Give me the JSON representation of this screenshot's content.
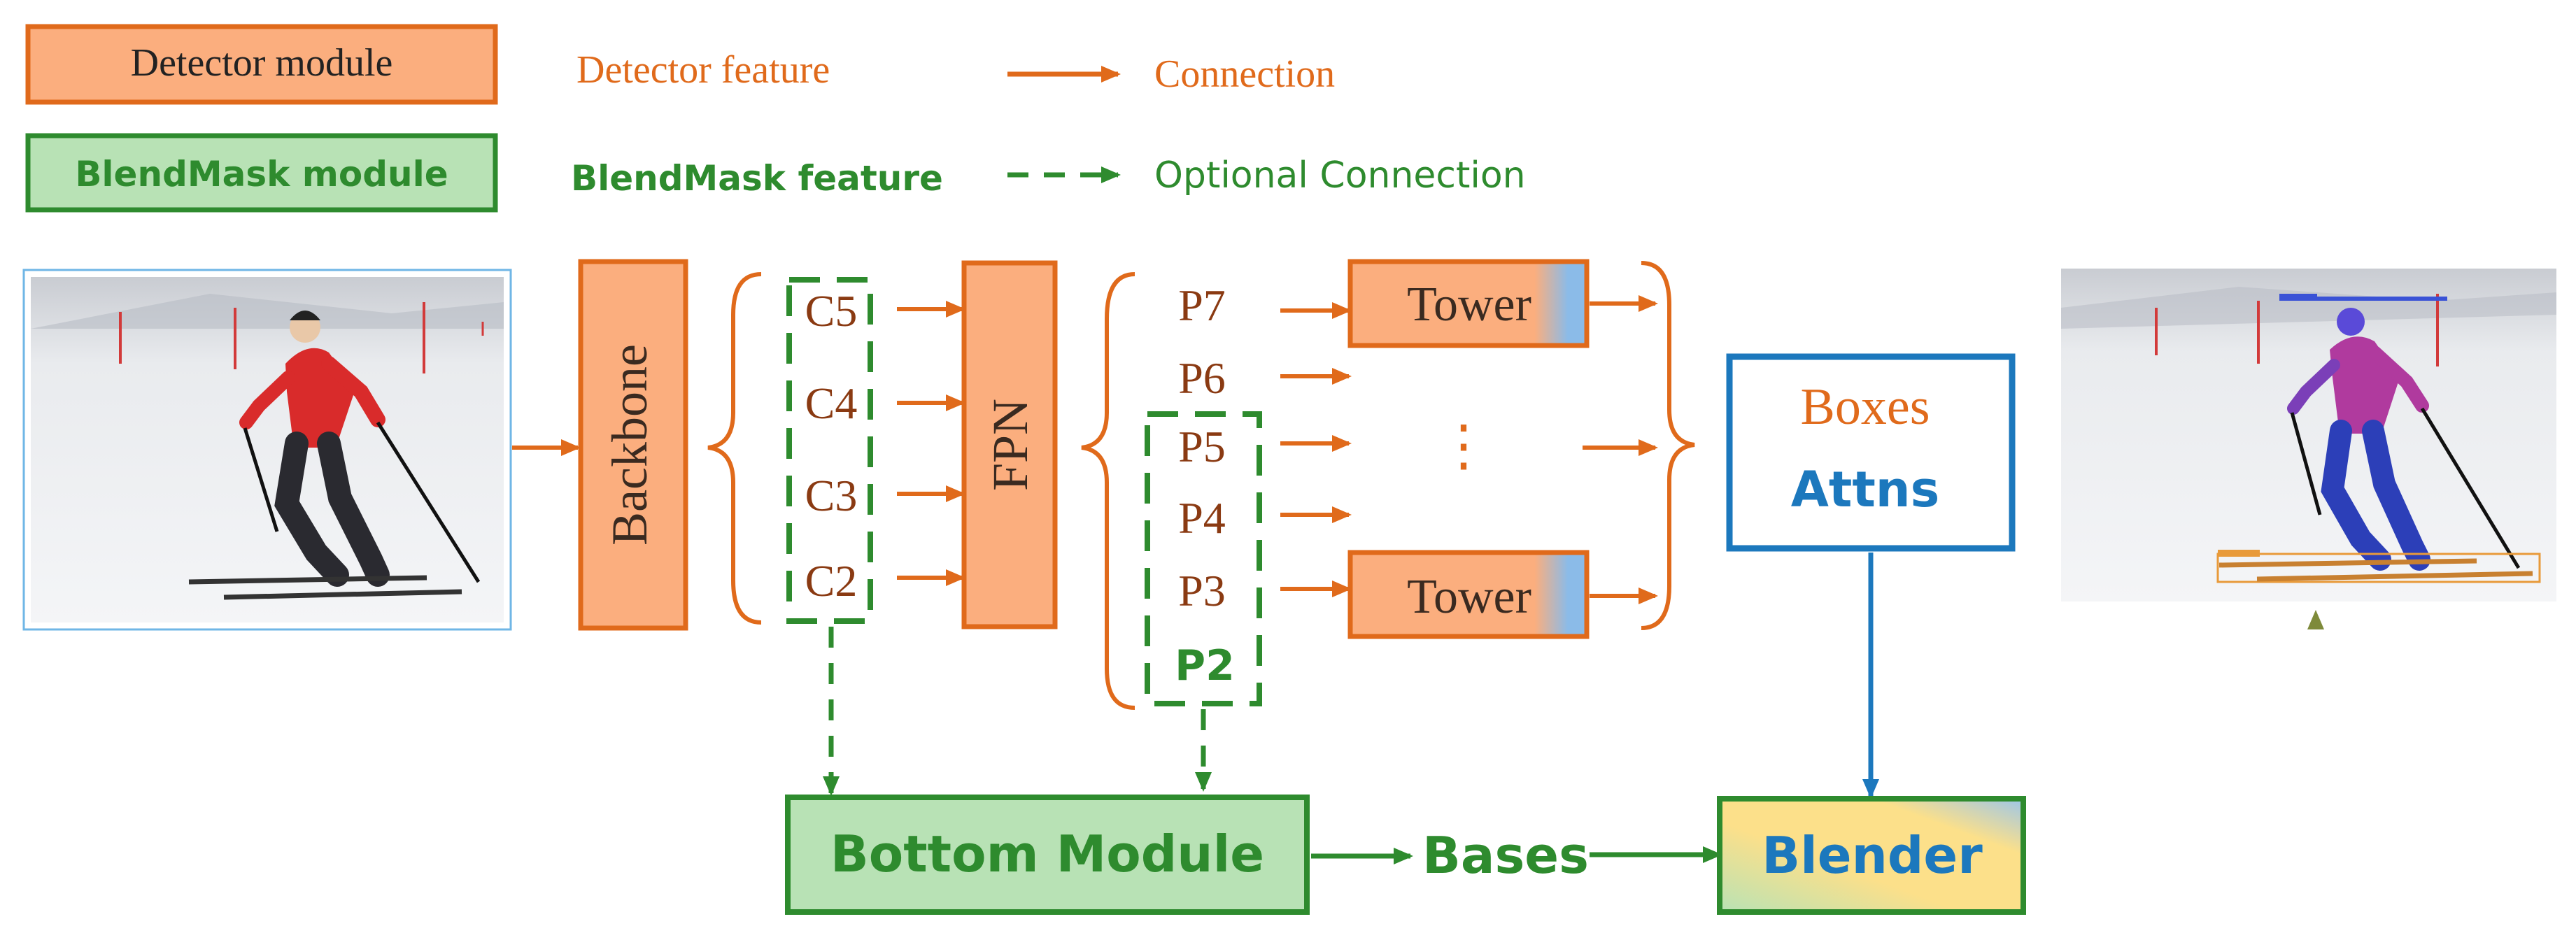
{
  "legend": {
    "detector_module": "Detector module",
    "blendmask_module": "BlendMask module",
    "detector_feature": "Detector feature",
    "blendmask_feature": "BlendMask feature",
    "connection": "Connection",
    "optional_connection": "Optional Connection"
  },
  "nodes": {
    "backbone": "Backbone",
    "fpn": "FPN",
    "c_levels": [
      "C5",
      "C4",
      "C3",
      "C2"
    ],
    "p_levels": [
      "P7",
      "P6",
      "P5",
      "P4",
      "P3",
      "P2"
    ],
    "tower": "Tower",
    "ellipsis": "⋮",
    "boxes": "Boxes",
    "attns": "Attns",
    "bottom_module": "Bottom Module",
    "bases": "Bases",
    "blender": "Blender"
  },
  "colors": {
    "orange": "#e06a1b",
    "orange_fill": "#fbae7e",
    "green": "#2e8b2e",
    "green_fill": "#b8e2b5",
    "blue": "#1c78bd",
    "tower_blue": "#8bbbe8",
    "yellow": "#fce08a"
  },
  "icons": {
    "input_image": "skier-photo",
    "output_image": "skier-segmentation-photo"
  }
}
